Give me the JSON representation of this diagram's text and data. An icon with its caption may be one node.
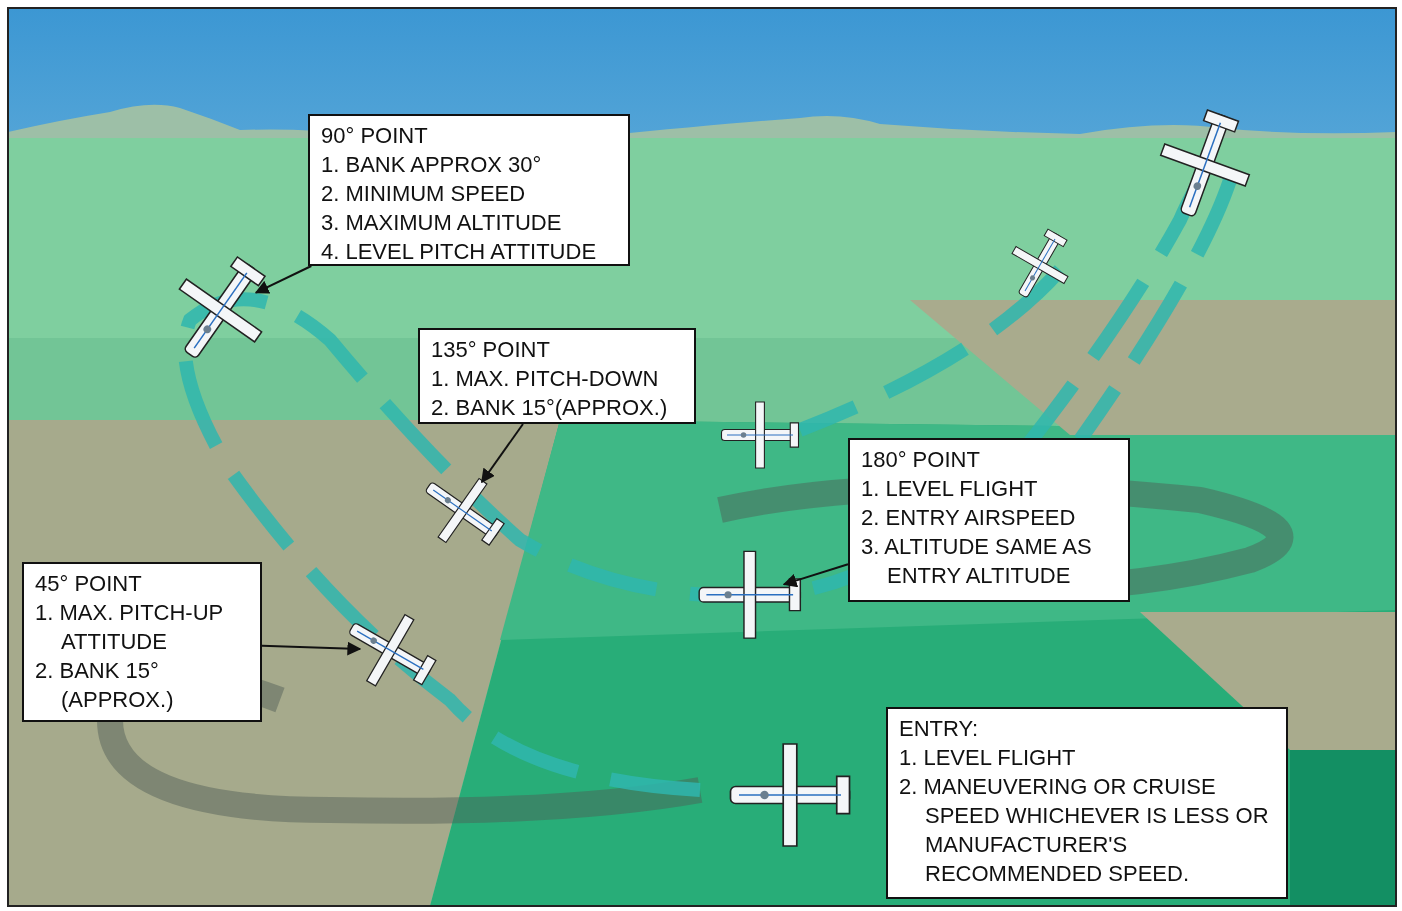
{
  "diagram": {
    "nodes": [
      {
        "text": [
          "90° POINT",
          "1. BANK APPROX 30°",
          "2. MINIMUM SPEED",
          "3. MAXIMUM ALTITUDE",
          "4. LEVEL PITCH ATTITUDE"
        ]
      },
      {
        "text": [
          "135° POINT",
          "1. MAX. PITCH-DOWN",
          "2. BANK 15°(APPROX.)"
        ]
      },
      {
        "text": [
          "180° POINT",
          "1. LEVEL FLIGHT",
          "2. ENTRY AIRSPEED",
          "3. ALTITUDE SAME AS ENTRY ALTITUDE"
        ]
      },
      {
        "text": [
          "45° POINT",
          "1. MAX. PITCH-UP ATTITUDE",
          "2. BANK 15° (APPROX.)"
        ]
      },
      {
        "text": [
          "ENTRY:",
          "1. LEVEL FLIGHT",
          "2. MANEUVERING OR CRUISE SPEED WHICHEVER IS LESS OR MANUFACTURER'S RECOMMENDED SPEED."
        ]
      },
      {
        "text": [],
        "shape": "picture"
      },
      {
        "text": [],
        "shape": "picture"
      },
      {
        "text": [],
        "shape": "picture"
      },
      {
        "text": [],
        "shape": "picture"
      }
    ],
    "edges": [
      {
        "from": 0,
        "to": 5,
        "arrow": "to"
      },
      {
        "from": 1,
        "to": 6,
        "arrow": "to"
      },
      {
        "from": 2,
        "to": 7,
        "arrow": "to"
      },
      {
        "from": 3,
        "to": 8,
        "arrow": "to"
      }
    ]
  }
}
